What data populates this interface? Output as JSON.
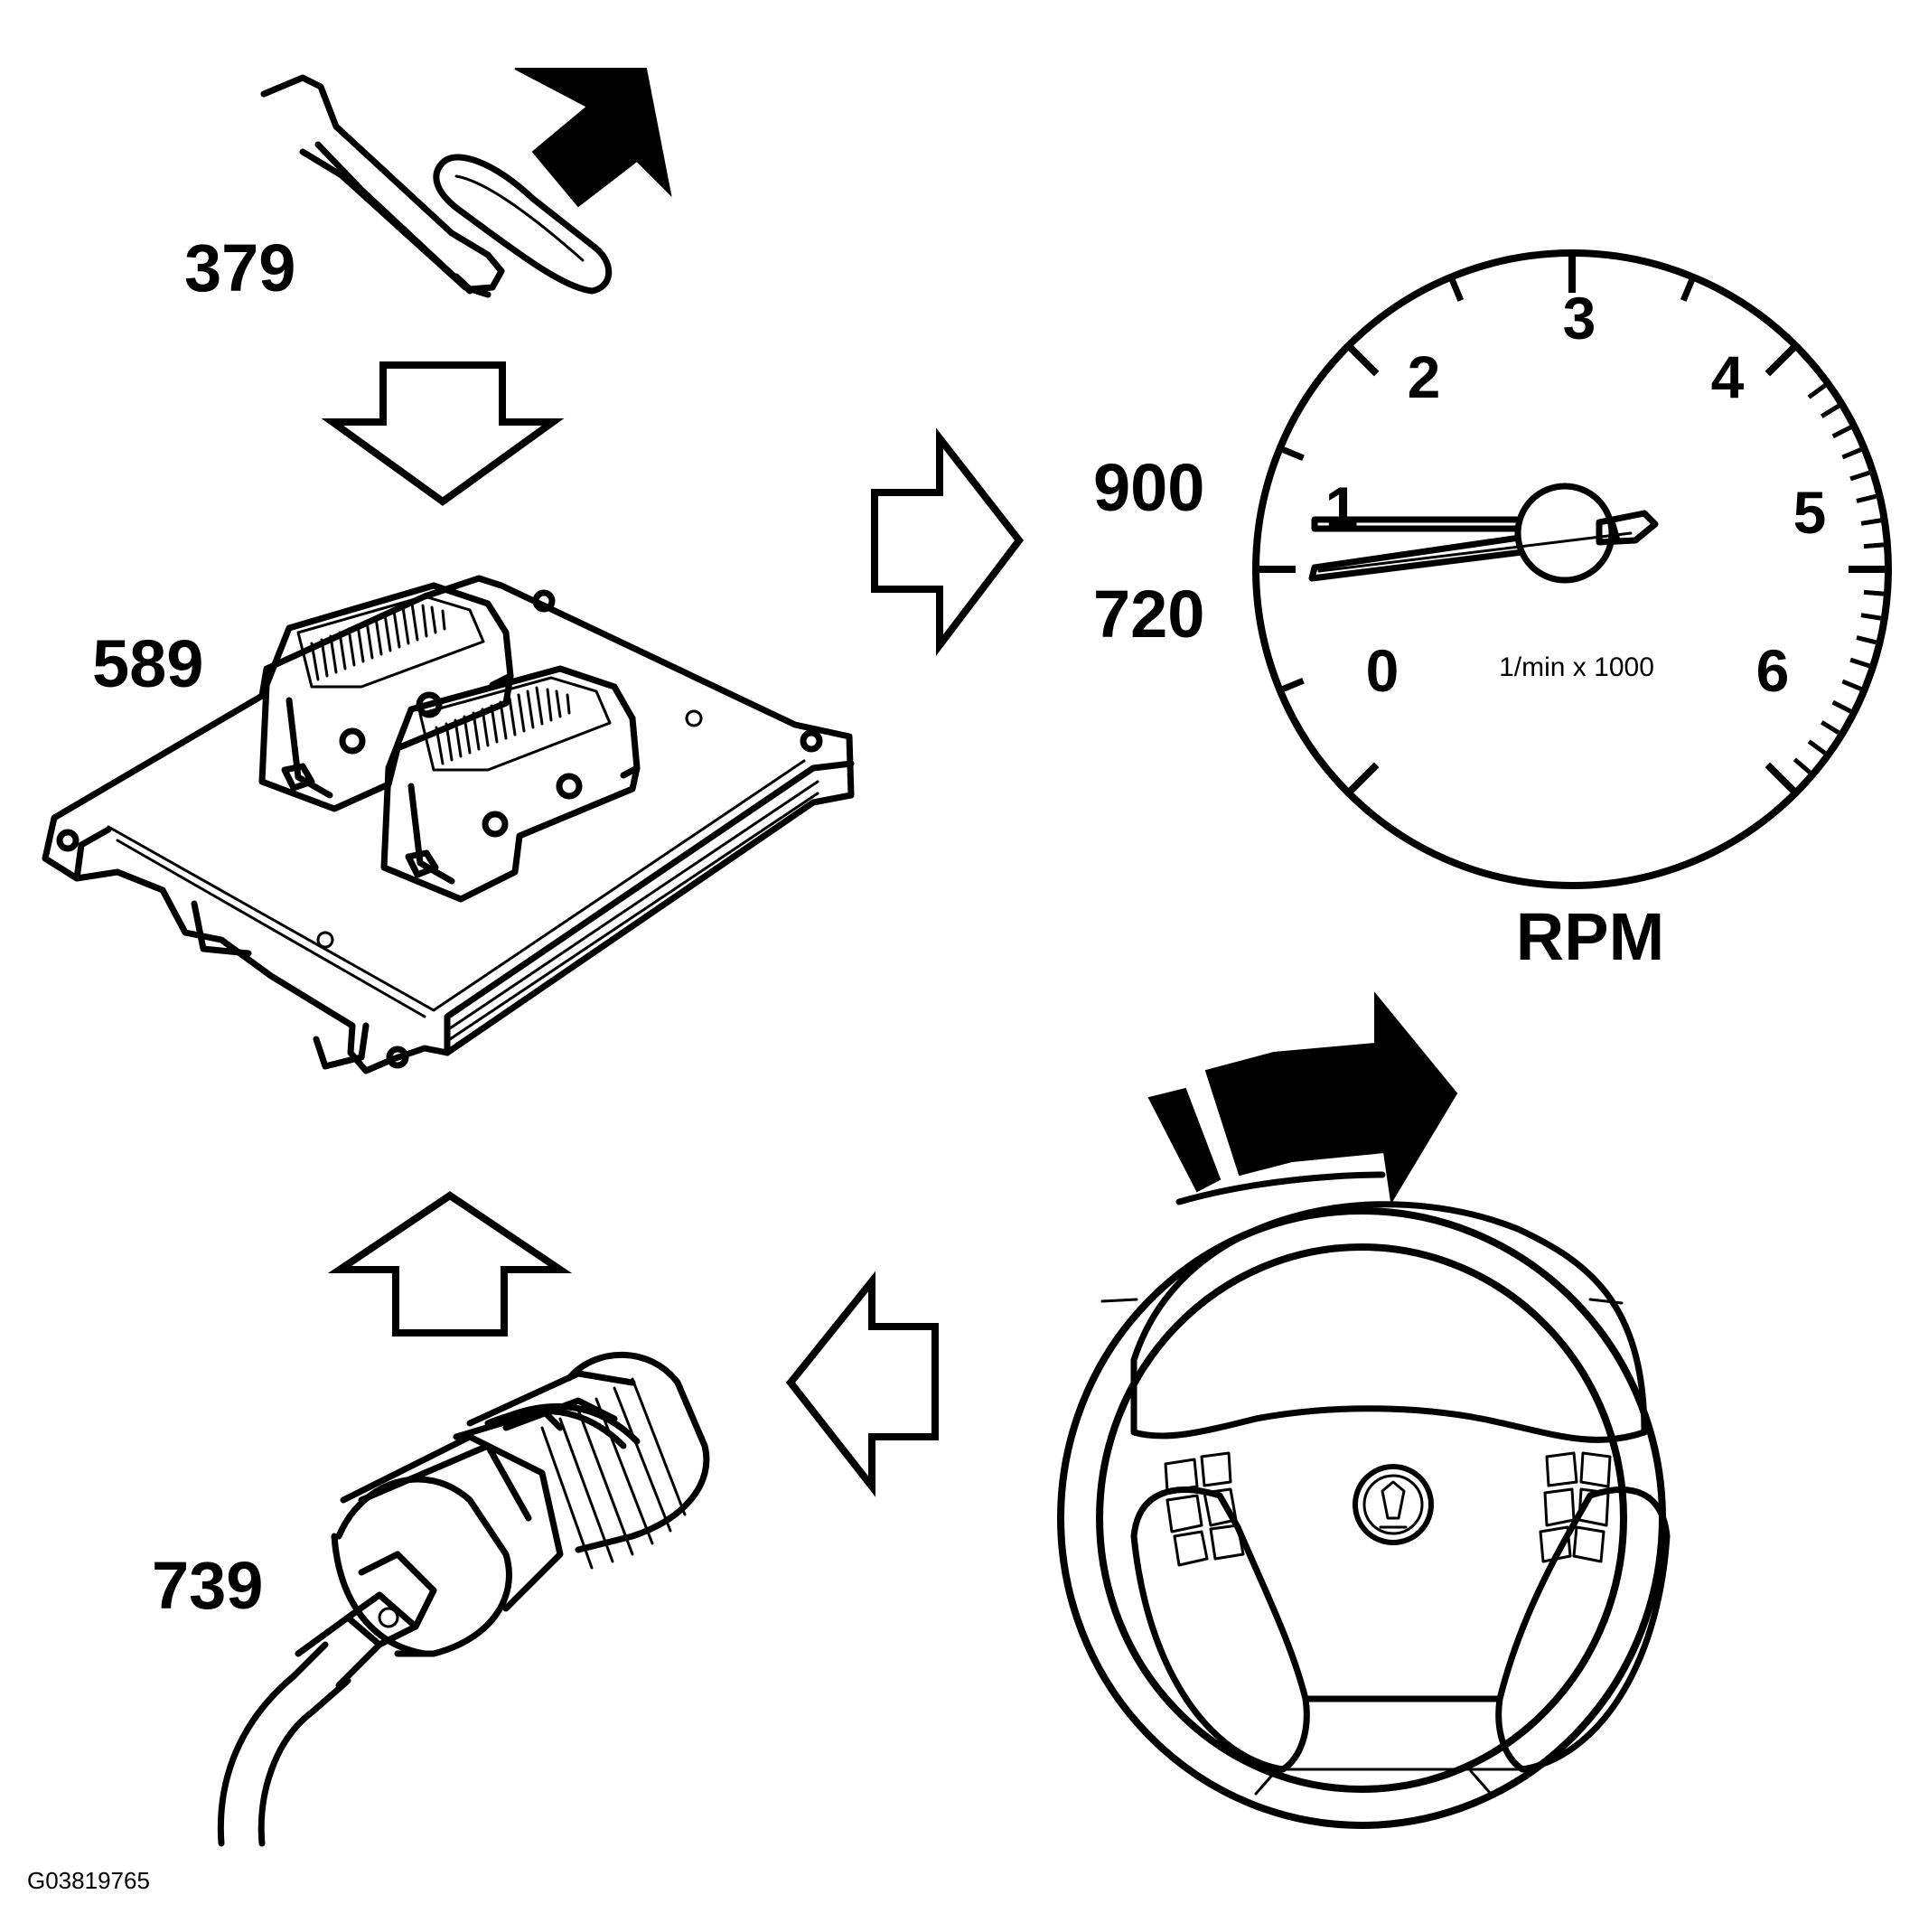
{
  "figure_code": "G03819765",
  "components": {
    "accelerator_pedal": {
      "ref": "379",
      "icon": "pedal-icon"
    },
    "control_module": {
      "ref": "589",
      "icon": "ecu-icon"
    },
    "sensor": {
      "ref": "739",
      "icon": "sensor-icon"
    },
    "steering_wheel": {
      "icon": "steering-wheel-icon"
    }
  },
  "tachometer": {
    "label": "RPM",
    "unit": "1/min x 1000",
    "dial_numbers": [
      "0",
      "1",
      "2",
      "3",
      "4",
      "5",
      "6"
    ],
    "needle_values": [
      "900",
      "720"
    ]
  }
}
